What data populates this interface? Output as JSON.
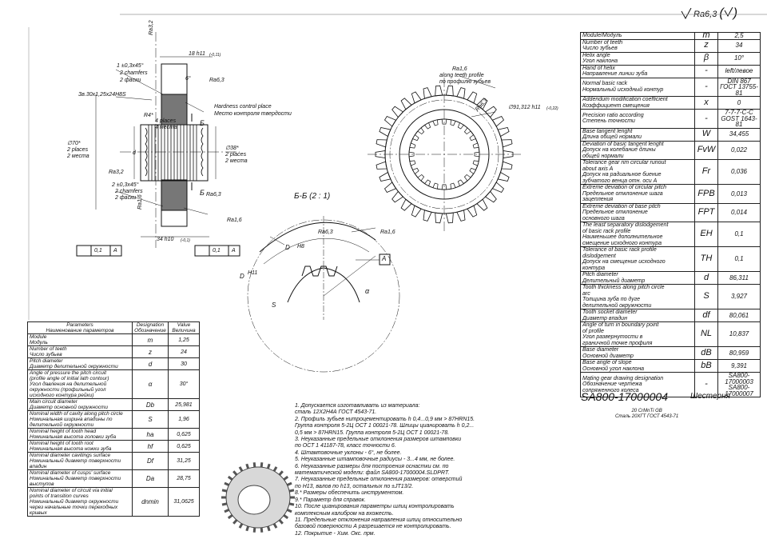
{
  "surface_finish": "Ra6,3",
  "part_number": "SA800-17000004",
  "part_name": "Шестерня",
  "material_lines": [
    "20 CrMnTi  GB",
    "Сталь 20ХГТ  ГОСТ 4543-71"
  ],
  "main_view": {
    "labels": {
      "ra32": "Ra3,2",
      "dim_18": "18 h11",
      "dim_18_tol": "(-0,11)",
      "chamfer_top": [
        "1 ±0,3x45°",
        "2 chamfers",
        "2 фаски"
      ],
      "dim_6deg": "6°",
      "ra63": "Ra6,3",
      "thread": "Зв.30x1,25x24H8S",
      "hardness": [
        "Hardness control place",
        "Место контроля твердости"
      ],
      "r4": [
        "R4*",
        "4 places",
        "4 места"
      ],
      "sec_b_top": "Б",
      "sec_b_bottom": "Б",
      "d70": [
        "∅70*",
        "2 places",
        "2 места"
      ],
      "d38": [
        "∅38*",
        "2 places",
        "2 места"
      ],
      "ra32b": "Ra3,2",
      "chamfer_bot": [
        "2 ±0,3x45°",
        "2 chamfers",
        "2 фаски"
      ],
      "ra63b": "Ra6,3",
      "ra16a": "Ra1,6",
      "ra16b": "Ra1,6",
      "dim_34": "34 h10",
      "dim_34_tol": "(-0,1)",
      "frame_left": [
        "0,1",
        "А"
      ],
      "frame_right": [
        "0,1",
        "А"
      ],
      "d_label": "d"
    }
  },
  "gear_view": {
    "ra16": "Ra1,6",
    "along": [
      "along teeth profile",
      "по профилю зубьев"
    ],
    "ra63": "Ra6,3",
    "d91": "∅91,312 h11",
    "d91_tol": "(-0,22)"
  },
  "section_view": {
    "title": "Б-Б (2 : 1)",
    "ra63": "Ra6,3",
    "ra16": "Ra1,6",
    "dc": "D",
    "h8": "H8",
    "df": "D",
    "h11": "H11",
    "s_label": "S",
    "alpha": "α",
    "datum": "А"
  },
  "gear_table": [
    {
      "en": "Module/Модуль",
      "sym": "m",
      "val": "2,5"
    },
    {
      "en": "Number of teeth\nЧисло зубьев",
      "sym": "z",
      "val": "34"
    },
    {
      "en": "Helix angle\nУгол наклона",
      "sym": "β",
      "val": "10°"
    },
    {
      "en": "Hand of helix\nНаправление линии зуба",
      "sym": "-",
      "val": "left/левое"
    },
    {
      "en": "Normal basic rack\nНормальный исходный контур",
      "sym": "-",
      "val": "DIN 867\nГОСТ 13755-81"
    },
    {
      "en": "Addendum modification coefficient\nКоэффициент смещения",
      "sym": "x",
      "val": "0"
    },
    {
      "en": "Precision ratio according\nСтепень точности",
      "sym": "-",
      "val": "7-7-7-C-C\nGOST 1643-81"
    },
    {
      "en": "Base tangent lenght\nДлина общей нормали",
      "sym": "W",
      "val": "34,455"
    },
    {
      "en": "Deviation of basic tangent lenght\nДопуск на колебание длины\nобщей нормали",
      "sym": "FvW",
      "val": "0,022"
    },
    {
      "en": "Tolerance gear rim circular runout\nabout axis A\nДопуск на радиальное биение\nзубчатого венца отн. оси А",
      "sym": "Fr",
      "val": "0,036"
    },
    {
      "en": "Extreme deviation of circular pitch\nПредельное отклонение шага\nзацепления",
      "sym": "FPB",
      "val": "0,013"
    },
    {
      "en": "Extreme deviation of base pitch\nПредельное отклонение\nосновного шага",
      "sym": "FPT",
      "val": "0,014"
    },
    {
      "en": "The least separatory dislodgement\nof basic rack profile\nНаименьшее дополнительное\nсмещение исходного контура",
      "sym": "EH",
      "val": "0,1"
    },
    {
      "en": "Tolerance of basic rack profile\ndislodgement\nДопуск на смещение исходного\nконтура",
      "sym": "TH",
      "val": "0,1"
    },
    {
      "en": "Pitch diameter\nДелительный диаметр",
      "sym": "d",
      "val": "86,311"
    },
    {
      "en": "Tooth thickness along pitch circle\narc\nТолщина зуба по дуге\nделительной окружности",
      "sym": "S",
      "val": "3,927"
    },
    {
      "en": "Tooth socket diameter\nДиаметр впадин",
      "sym": "df",
      "val": "80,061"
    },
    {
      "en": "Angle of turn in boundary point\nof profile\nУгол развернутости в\nграничной точке профиля",
      "sym": "NL",
      "val": "10,837"
    },
    {
      "en": "Base diameter\nОсновной диаметр",
      "sym": "dB",
      "val": "80,959"
    },
    {
      "en": "Base angle of slope\nОсновной угол наклона",
      "sym": "bB",
      "val": "9,391"
    },
    {
      "en": "Mating gear drawing designation\nОбозначение чертежа\nсопряженного колеса",
      "sym": "-",
      "val": "SA800-17000003\nSA800-17000007"
    }
  ],
  "spline_table": {
    "header": [
      "Parameters\nНаименование параметров",
      "Designation\nОбозначение",
      "Value\nВеличина"
    ],
    "rows": [
      {
        "en": "Module\nМодуль",
        "sym": "m",
        "val": "1,25"
      },
      {
        "en": "Number of teeth\nЧисло зубьев",
        "sym": "z",
        "val": "24"
      },
      {
        "en": "Pitch diameter\nДиаметр делительной окружности",
        "sym": "d",
        "val": "30"
      },
      {
        "en": "Angle of pressure the pitch circuit\n(profile angle of initial lath contour)\nУгол давления на делительной\nокружности (профильный угол\nисходного контура рейки)",
        "sym": "α",
        "val": "30°"
      },
      {
        "en": "Main circuit diameter\nДиаметр основной окружности",
        "sym": "Db",
        "val": "25,981"
      },
      {
        "en": "Nominal width of cavity along pitch circle\nНоминальная ширина впадины по\nделительной окружности",
        "sym": "S",
        "val": "1,96"
      },
      {
        "en": "Nominal height of tooth head\nНоминальная высота головки зуба",
        "sym": "ha",
        "val": "0,625"
      },
      {
        "en": "Nominal height of tooth root\nНоминальная высота ножки зуба",
        "sym": "hf",
        "val": "0,625"
      },
      {
        "en": "Nominal diameter cavitings surface\nНоминальный диаметр поверхности\nвпадин",
        "sym": "Df",
        "val": "31,25"
      },
      {
        "en": "Nominal diameter of cusps' surface\nНоминальный диаметр поверхности\nвыступов",
        "sym": "Da",
        "val": "28,75"
      },
      {
        "en": "Nominal diameter of circuit via initial\npoints of transition curves\nНоминальный диаметр окружности\nчерез начальные точки переходных\nкривых",
        "sym": "dnmin",
        "val": "31,0625"
      }
    ]
  },
  "notes": [
    "1. Допускается изготавливать из материала:",
    "сталь 12Х2Н4А  ГОСТ 4543-71.",
    "   2. Профиль зубьев нитроцементировать h 0,4...0,9 мм > 87HRN15.",
    "Группа контроля 5-2Ц ОСТ 1 00021-78. Шлицы цианировать h 0,2...",
    "0,5 мм > 87HRN15. Группа контроля 5-2Ц ОСТ 1 00021-78.",
    "   3. Неуказанные предельные отклонения размеров штамповки",
    "по  ОСТ 1 41187-78, класс точности 6.",
    "   4. Штамповочные уклоны - 6°, не более.",
    "   5. Неуказанные штамповочные радиусы - 3...4 мм, не более.",
    "   6. Неуказанные размеры для построения оснастки см. по",
    "математической модели: файл SA800-17000004.SLDPRT.",
    "   7. Неуказанные предельные отклонения размеров: отверстий",
    "по H13, валов по h13, остальных по ±JT13/2.",
    "   8.* Размеры обеспечить инструментом.",
    "   9.* Параметр для справок.",
    "   10. После цианирования параметры шлиц контролировать",
    "комплексным калибром на вхожесть.",
    "   11. Предельные отклонения направления шлиц относительно",
    "базовой поверхности А разрешается не контролировать.",
    "   12. Покрытие - Хим. Окс. прм."
  ]
}
